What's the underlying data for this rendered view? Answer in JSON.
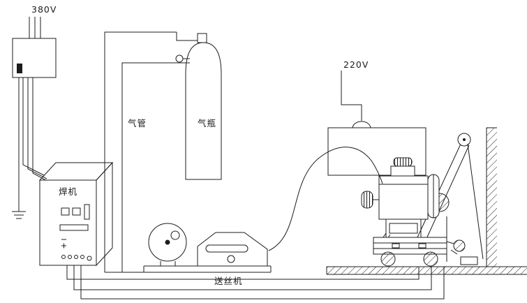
{
  "page": {
    "background": "#ffffff",
    "line_color": "#1c1c1c"
  },
  "labels": {
    "power_380v": "380V",
    "power_220v": "220V",
    "gas_pipe": "气管",
    "gas_cylinder": "气瓶",
    "welding_machine": "焊机",
    "wire_feeder": "送丝机"
  }
}
